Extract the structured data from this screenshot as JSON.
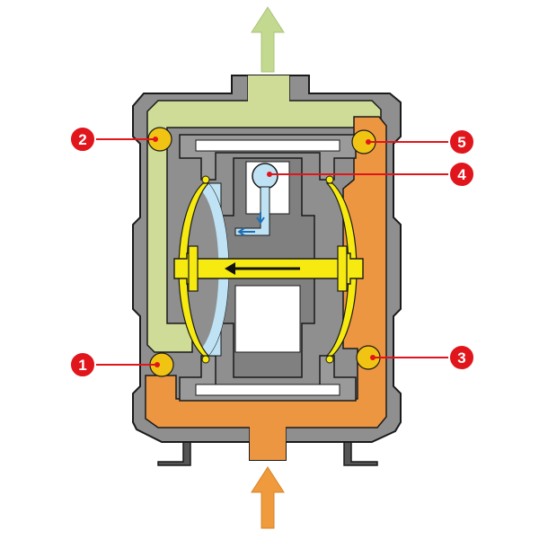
{
  "colors": {
    "background": "#ffffff",
    "housing": "#8f8f8f",
    "outline": "#1a1a1a",
    "discharge": "#cfdc97",
    "suction": "#ec9642",
    "diaphragm": "#f6ea10",
    "air": "#bfe3f4",
    "air_line": "#1f6fb5",
    "ball": "#f1c413",
    "callout": "#e1151c",
    "flow_up": "#c2d98f",
    "flow_in": "#ef9a3c"
  },
  "callouts": [
    {
      "label": "1",
      "name": "suction-check-ball-left"
    },
    {
      "label": "2",
      "name": "discharge-check-ball-left"
    },
    {
      "label": "3",
      "name": "suction-check-ball-right"
    },
    {
      "label": "4",
      "name": "air-valve"
    },
    {
      "label": "5",
      "name": "discharge-check-ball-right"
    }
  ]
}
